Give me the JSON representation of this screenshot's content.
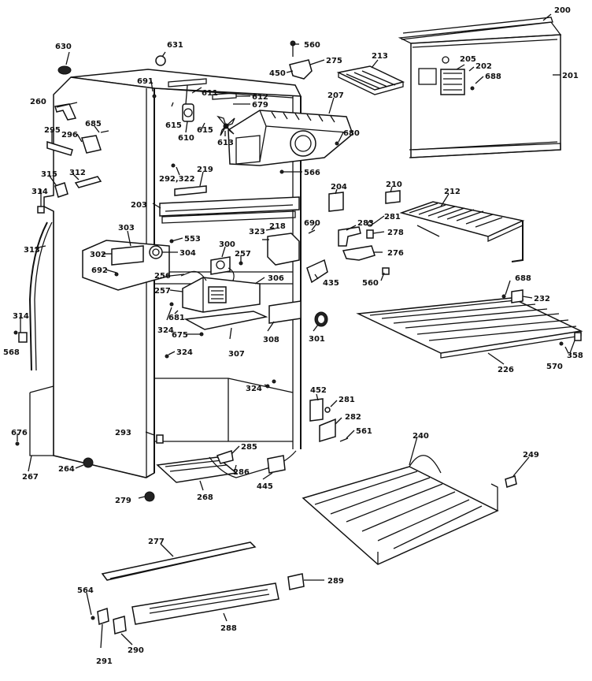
{
  "diagram": {
    "labels": [
      {
        "id": "200",
        "text": "200"
      },
      {
        "id": "201",
        "text": "201"
      },
      {
        "id": "202",
        "text": "202"
      },
      {
        "id": "203",
        "text": "203"
      },
      {
        "id": "204",
        "text": "204"
      },
      {
        "id": "205",
        "text": "205"
      },
      {
        "id": "207",
        "text": "207"
      },
      {
        "id": "210",
        "text": "210"
      },
      {
        "id": "212",
        "text": "212"
      },
      {
        "id": "213",
        "text": "213"
      },
      {
        "id": "218",
        "text": "218"
      },
      {
        "id": "219",
        "text": "219"
      },
      {
        "id": "226",
        "text": "226"
      },
      {
        "id": "232",
        "text": "232"
      },
      {
        "id": "240",
        "text": "240"
      },
      {
        "id": "249",
        "text": "249"
      },
      {
        "id": "256",
        "text": "256"
      },
      {
        "id": "257a",
        "text": "257"
      },
      {
        "id": "257b",
        "text": "257"
      },
      {
        "id": "260",
        "text": "260"
      },
      {
        "id": "264",
        "text": "264"
      },
      {
        "id": "267",
        "text": "267"
      },
      {
        "id": "268",
        "text": "268"
      },
      {
        "id": "275",
        "text": "275"
      },
      {
        "id": "276",
        "text": "276"
      },
      {
        "id": "277",
        "text": "277"
      },
      {
        "id": "278",
        "text": "278"
      },
      {
        "id": "279",
        "text": "279"
      },
      {
        "id": "281a",
        "text": "281"
      },
      {
        "id": "281b",
        "text": "281"
      },
      {
        "id": "282",
        "text": "282"
      },
      {
        "id": "283",
        "text": "283"
      },
      {
        "id": "285",
        "text": "285"
      },
      {
        "id": "286",
        "text": "286"
      },
      {
        "id": "288",
        "text": "288"
      },
      {
        "id": "289",
        "text": "289"
      },
      {
        "id": "290",
        "text": "290"
      },
      {
        "id": "291",
        "text": "291"
      },
      {
        "id": "292",
        "text": "292,322"
      },
      {
        "id": "293",
        "text": "293"
      },
      {
        "id": "295",
        "text": "295"
      },
      {
        "id": "296",
        "text": "296"
      },
      {
        "id": "300",
        "text": "300"
      },
      {
        "id": "301",
        "text": "301"
      },
      {
        "id": "302",
        "text": "302"
      },
      {
        "id": "303",
        "text": "303"
      },
      {
        "id": "304",
        "text": "304"
      },
      {
        "id": "306",
        "text": "306"
      },
      {
        "id": "307",
        "text": "307"
      },
      {
        "id": "308",
        "text": "308"
      },
      {
        "id": "312",
        "text": "312"
      },
      {
        "id": "313",
        "text": "313"
      },
      {
        "id": "314a",
        "text": "314"
      },
      {
        "id": "314b",
        "text": "314"
      },
      {
        "id": "315",
        "text": "315"
      },
      {
        "id": "323",
        "text": "323"
      },
      {
        "id": "324a",
        "text": "324"
      },
      {
        "id": "324b",
        "text": "324"
      },
      {
        "id": "324c",
        "text": "324"
      },
      {
        "id": "358",
        "text": "358"
      },
      {
        "id": "435",
        "text": "435"
      },
      {
        "id": "445",
        "text": "445"
      },
      {
        "id": "450",
        "text": "450"
      },
      {
        "id": "452",
        "text": "452"
      },
      {
        "id": "553",
        "text": "553"
      },
      {
        "id": "560a",
        "text": "560"
      },
      {
        "id": "560b",
        "text": "560"
      },
      {
        "id": "561",
        "text": "561"
      },
      {
        "id": "564",
        "text": "564"
      },
      {
        "id": "566",
        "text": "566"
      },
      {
        "id": "568",
        "text": "568"
      },
      {
        "id": "570",
        "text": "570"
      },
      {
        "id": "610",
        "text": "610"
      },
      {
        "id": "611",
        "text": "611"
      },
      {
        "id": "612",
        "text": "612"
      },
      {
        "id": "613",
        "text": "613"
      },
      {
        "id": "615a",
        "text": "615"
      },
      {
        "id": "615b",
        "text": "615"
      },
      {
        "id": "630",
        "text": "630"
      },
      {
        "id": "631",
        "text": "631"
      },
      {
        "id": "675",
        "text": "675"
      },
      {
        "id": "676",
        "text": "676"
      },
      {
        "id": "679",
        "text": "679"
      },
      {
        "id": "680",
        "text": "680"
      },
      {
        "id": "681",
        "text": "681"
      },
      {
        "id": "685",
        "text": "685"
      },
      {
        "id": "688a",
        "text": "688"
      },
      {
        "id": "688b",
        "text": "688"
      },
      {
        "id": "690",
        "text": "690"
      },
      {
        "id": "691",
        "text": "691"
      },
      {
        "id": "692",
        "text": "692"
      }
    ]
  }
}
